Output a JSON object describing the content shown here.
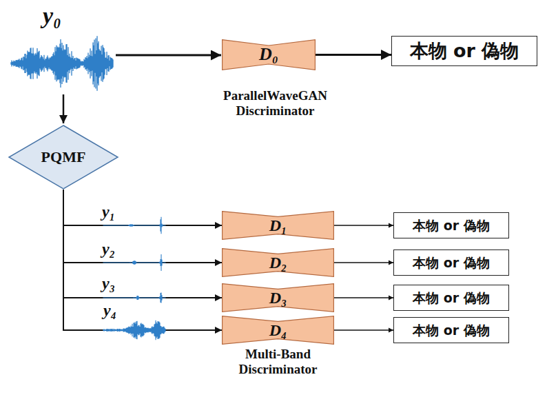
{
  "diagram": {
    "nodes": [
      {
        "text": [
          "ParallelWaveGAN Discriminator"
        ]
      },
      {
        "text": [
          "D₀"
        ],
        "in": 0
      },
      {
        "text": [
          "本物 or 偽物"
        ]
      },
      {
        "text": [
          "PQMF"
        ]
      },
      {
        "text": [
          "Multi-Band Discriminator"
        ]
      },
      {
        "text": [
          "D₁"
        ],
        "in": 4
      },
      {
        "text": [
          "D₂"
        ],
        "in": 4
      },
      {
        "text": [
          "D₃"
        ],
        "in": 4
      },
      {
        "text": [
          "D₄"
        ],
        "in": 4
      },
      {
        "text": [
          "本物 or 偽物"
        ]
      },
      {
        "text": [
          "本物 or 偽物"
        ]
      },
      {
        "text": [
          "本物 or 偽物"
        ]
      },
      {
        "text": [
          "本物 or 偽物"
        ]
      }
    ],
    "edges": [
      {
        "from": 1,
        "to": 2,
        "arrow": "to"
      },
      {
        "from": 3,
        "to": 5,
        "arrow": "to"
      },
      {
        "from": 3,
        "to": 6,
        "arrow": "to"
      },
      {
        "from": 3,
        "to": 7,
        "arrow": "to"
      },
      {
        "from": 3,
        "to": 8,
        "arrow": "to"
      },
      {
        "from": 5,
        "to": 9,
        "arrow": "to"
      },
      {
        "from": 6,
        "to": 10,
        "arrow": "to"
      },
      {
        "from": 7,
        "to": 11,
        "arrow": "to"
      },
      {
        "from": 8,
        "to": 12,
        "arrow": "to"
      }
    ],
    "labels": [
      "y₀",
      "y₁",
      "y₂",
      "y₃",
      "y₄"
    ]
  }
}
